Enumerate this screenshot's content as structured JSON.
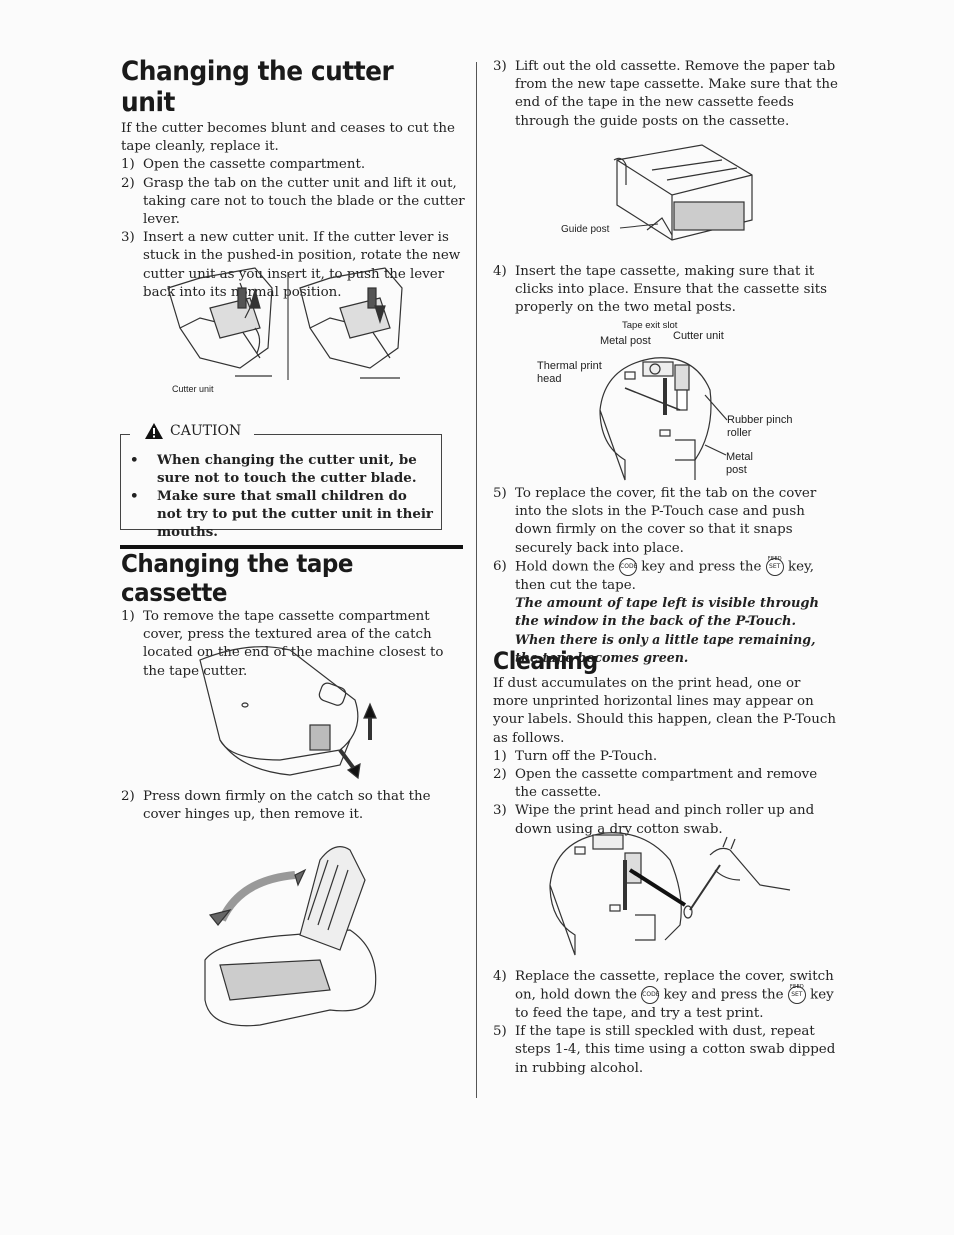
{
  "left": {
    "cutter": {
      "title": "Changing the cutter unit",
      "intro": "If the cutter becomes blunt and ceases to cut the tape cleanly, replace it.",
      "steps": [
        {
          "num": "1)",
          "text": "Open the cassette compartment."
        },
        {
          "num": "2)",
          "text": "Grasp the tab on the cutter unit and lift it out, taking care not to touch the blade or the cutter lever."
        },
        {
          "num": "3)",
          "text": "Insert a new cutter unit. If the cutter lever is stuck in the pushed-in position, rotate the new cutter unit as you insert it, to push the lever back into its normal position."
        }
      ],
      "figure_label": "Cutter unit"
    },
    "caution": {
      "heading": "CAUTION",
      "bullets": [
        "When changing the cutter unit, be sure not to touch the cutter blade.",
        "Make sure that small children do not try to put the cutter unit in their mouths."
      ]
    },
    "tape": {
      "title": "Changing the tape cassette",
      "steps": [
        {
          "num": "1)",
          "text": "To remove the tape cassette compartment cover, press the textured area of the catch located on the end of the machine closest to the tape cutter."
        },
        {
          "num": "2)",
          "text": "Press down firmly on the catch so that the cover hinges up, then remove it."
        }
      ]
    }
  },
  "right": {
    "steps_top": [
      {
        "num": "3)",
        "text": "Lift out the old cassette. Remove the paper tab from the new tape cassette. Make sure that the end of the tape in the new cassette feeds through the guide posts on the cassette."
      },
      {
        "num": "4)",
        "text": "Insert the tape cassette, making sure that it clicks into place. Ensure that the cassette sits properly on the two metal posts."
      }
    ],
    "figure_guide_label": "Guide post",
    "figure_labels": {
      "tape_exit": "Tape exit slot",
      "metal_post": "Metal post",
      "cutter_unit": "Cutter unit",
      "thermal": "Thermal print head",
      "rubber": "Rubber pinch roller",
      "metal_post2": "Metal post"
    },
    "step5": {
      "num": "5)",
      "text": "To replace the cover, fit the tab on the cover into the slots in the P-Touch case and push down firmly on the cover so that it snaps securely back into place."
    },
    "step6": {
      "num": "6)",
      "pre": "Hold down the",
      "mid": "key and press the",
      "post": "key, then cut the tape."
    },
    "keys": {
      "code": "CODE",
      "set": "SET",
      "feed": "FEED"
    },
    "note1": "The amount of tape left is visible through the window in the back of the P-Touch.",
    "note2": "When there is only a little tape remaining, the tape becomes green.",
    "cleaning": {
      "title": "Cleaning",
      "intro": "If dust accumulates on the print head, one or more unprinted horizontal lines may appear on your labels. Should this happen, clean the P-Touch as follows.",
      "steps": [
        {
          "num": "1)",
          "text": "Turn off the P-Touch."
        },
        {
          "num": "2)",
          "text": "Open the cassette compartment and remove the cassette."
        },
        {
          "num": "3)",
          "text": "Wipe the print head and pinch roller up and down using a dry cotton swab."
        }
      ],
      "step4": {
        "num": "4)",
        "pre": "Replace the cassette, replace the cover, switch on, hold down the",
        "mid": "key and press the",
        "post": "key to feed the tape, and try a test print."
      },
      "step5": {
        "num": "5)",
        "text": "If the tape is still speckled with dust, repeat steps 1-4, this time using a cotton swab dipped in rubbing alcohol."
      }
    }
  }
}
